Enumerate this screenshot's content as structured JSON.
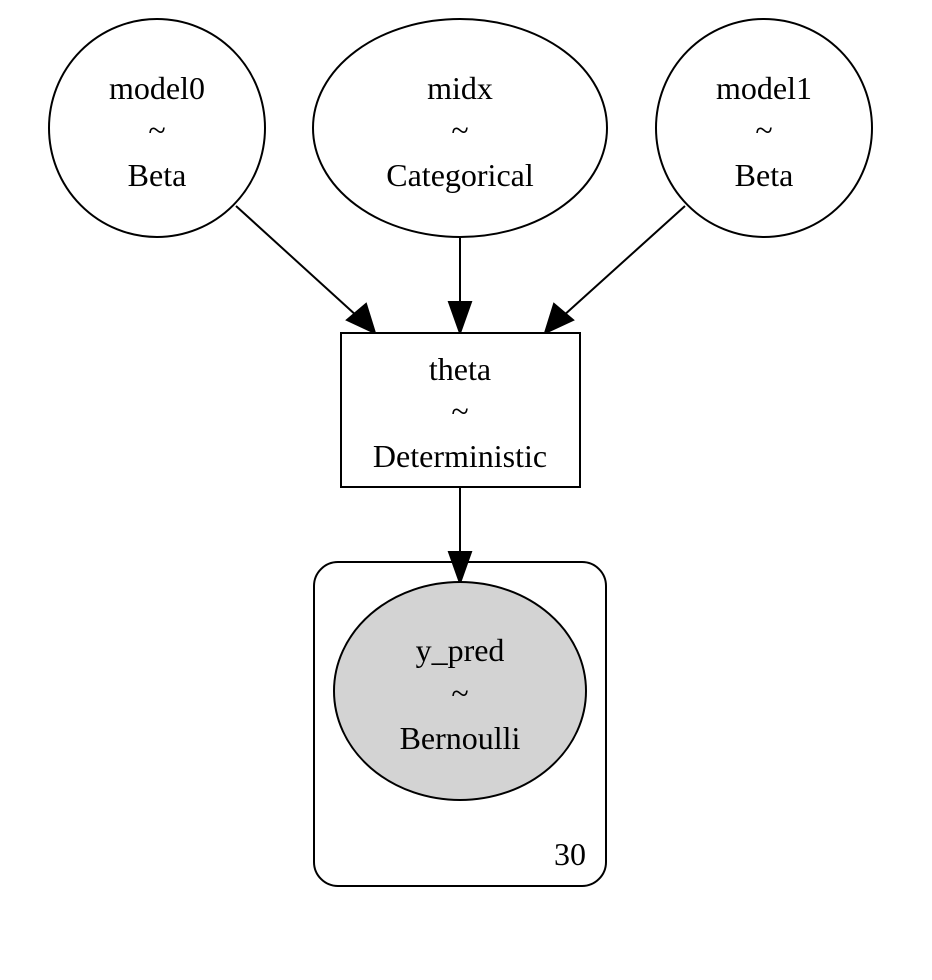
{
  "nodes": {
    "model0": {
      "name": "model0",
      "tilde": "~",
      "dist": "Beta"
    },
    "midx": {
      "name": "midx",
      "tilde": "~",
      "dist": "Categorical"
    },
    "model1": {
      "name": "model1",
      "tilde": "~",
      "dist": "Beta"
    },
    "theta": {
      "name": "theta",
      "tilde": "~",
      "dist": "Deterministic"
    },
    "y_pred": {
      "name": "y_pred",
      "tilde": "~",
      "dist": "Bernoulli"
    }
  },
  "plate": {
    "count": "30"
  },
  "colors": {
    "stroke": "#000000",
    "observed_fill": "#d3d3d3",
    "background": "#ffffff"
  }
}
